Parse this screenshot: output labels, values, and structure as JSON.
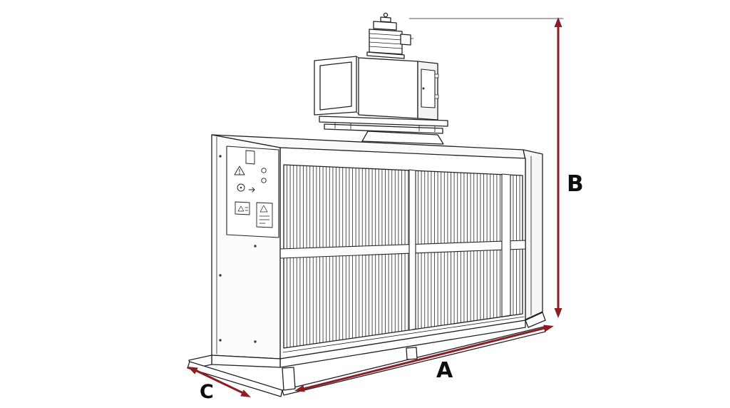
{
  "labels": {
    "width": "A",
    "height": "B",
    "depth": "C"
  },
  "colors": {
    "arrow": "#8e1c24",
    "line": "#222222",
    "hatch": "#4f4f4f"
  }
}
